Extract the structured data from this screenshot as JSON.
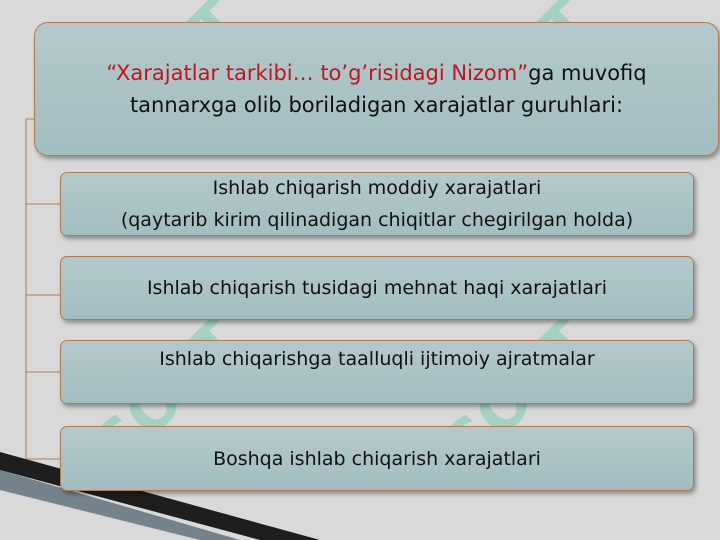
{
  "header": {
    "quote": "“Xarajatlar tarkibi… to’g’risidagi Nizom”",
    "line1_rest": "ga muvofiq",
    "line2": "tannarxga olib boriladigan xarajatlar guruhlari:"
  },
  "items": [
    {
      "line1": "Ishlab chiqarish moddiy xarajatlari",
      "line2": "(qaytarib kirim qilinadigan chiqitlar chegirilgan holda)"
    },
    {
      "line1": "Ishlab chiqarish tusidagi mehnat haqi xarajatlari"
    },
    {
      "line1": "Ishlab chiqarishga taalluqli ijtimoiy ajratmalar"
    },
    {
      "line1": "Boshqa ishlab chiqarish xarajatlari"
    }
  ],
  "watermark": {
    "text": "SOFT",
    "color": "#6fc8a8"
  },
  "colors": {
    "background": "#d9d9d9",
    "box": "#a9c2c5",
    "border": "#b07a56",
    "accent": "#c0141e"
  }
}
